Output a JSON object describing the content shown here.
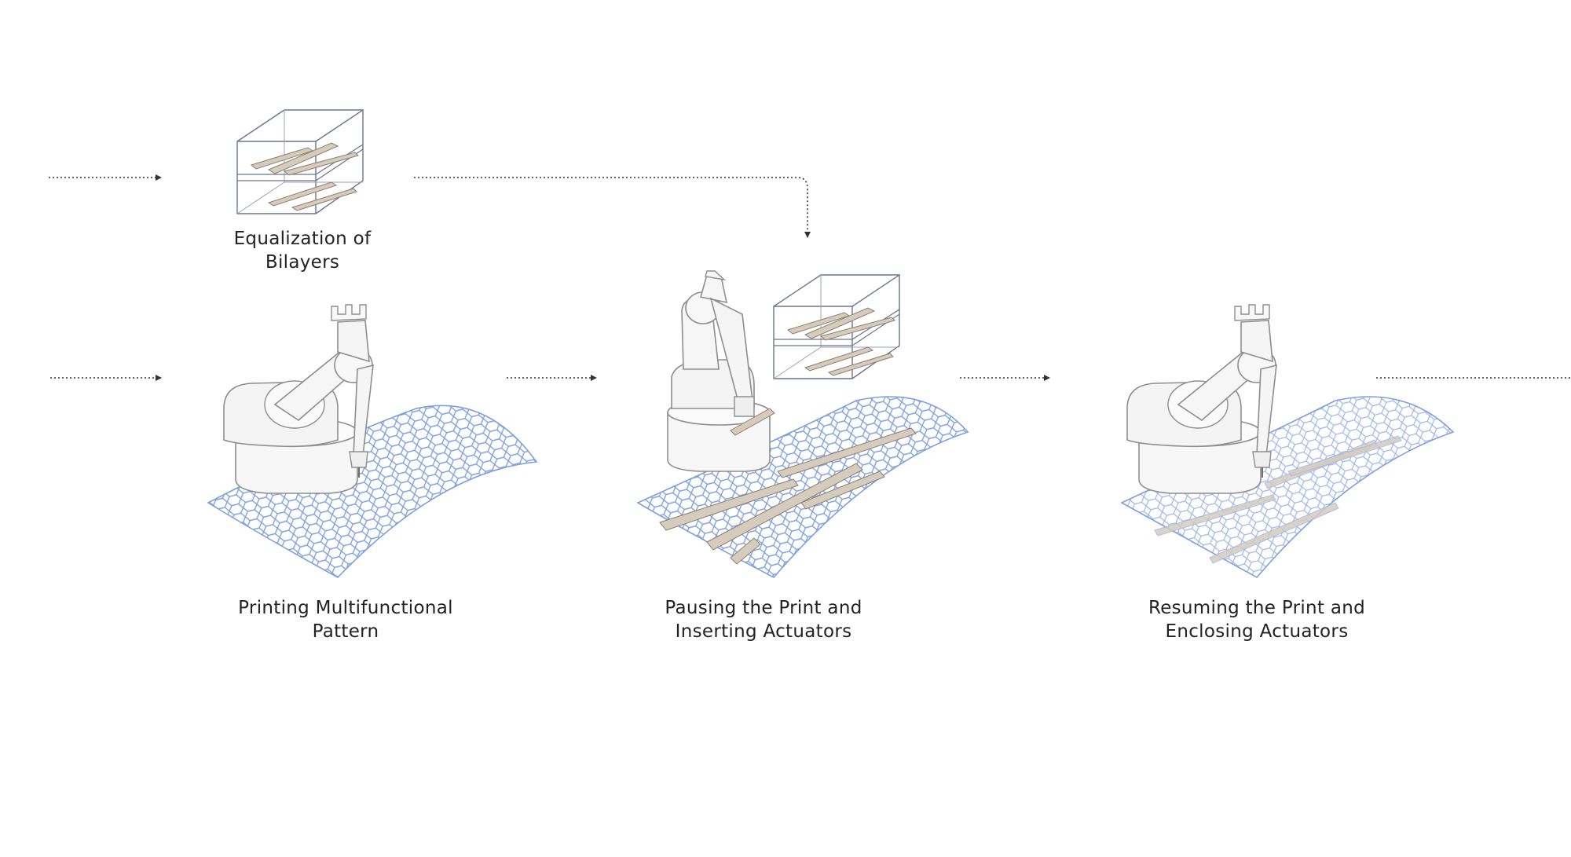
{
  "colors": {
    "arrow": "#333333",
    "mesh": "#7f9fe0",
    "mesh_light": "#b7c8ef",
    "actuator": "#d6ccbe",
    "actuator_edge": "#8a7f70",
    "robot_fill": "#f7f7f7",
    "robot_stroke": "#8e8e8e",
    "box_stroke": "#6c7390"
  },
  "steps": {
    "equalization": {
      "line1": "Equalization of",
      "line2": "Bilayers",
      "icon": "conditioning-chamber-icon"
    },
    "printing": {
      "line1": "Printing Multifunctional",
      "line2": "Pattern",
      "icon": "robot-printing-icon"
    },
    "pausing": {
      "line1": "Pausing the Print and",
      "line2": "Inserting Actuators",
      "icon": "robot-inserting-icon"
    },
    "resuming": {
      "line1": "Resuming the Print and",
      "line2": "Enclosing Actuators",
      "icon": "robot-resuming-icon"
    }
  }
}
